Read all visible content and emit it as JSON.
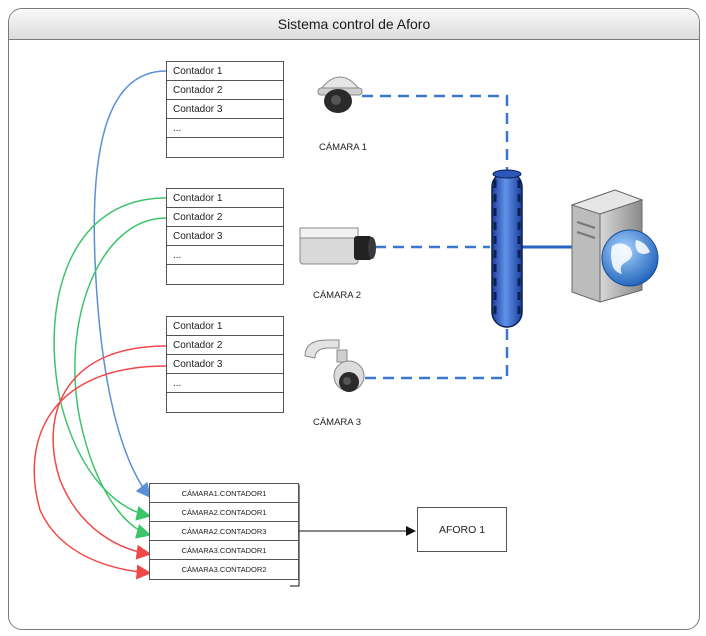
{
  "title": "Sistema control de Aforo",
  "tables": [
    {
      "rows": [
        "Contador 1",
        "Contador 2",
        "Contador 3",
        "...",
        ""
      ]
    },
    {
      "rows": [
        "Contador 1",
        "Contador 2",
        "Contador 3",
        "...",
        ""
      ]
    },
    {
      "rows": [
        "Contador 1",
        "Contador 2",
        "Contador 3",
        "...",
        ""
      ]
    }
  ],
  "cameras": [
    {
      "label": "CÁMARA 1",
      "icon": "dome-camera-icon"
    },
    {
      "label": "CÁMARA 2",
      "icon": "box-camera-icon"
    },
    {
      "label": "CÁMARA 3",
      "icon": "ptz-camera-icon"
    }
  ],
  "selected_counters": [
    "CÁMARA1.CONTADOR1",
    "CÁMARA2.CONTADOR1",
    "CÁMARA2.CONTADOR3",
    "CÁMARA3.CONTADOR1",
    "CÁMARA3.CONTADOR2"
  ],
  "aforo_label": "AFORO 1",
  "colors": {
    "camera1_links": "#5b8fd8",
    "camera2_links": "#3cc46a",
    "camera3_links": "#f04848",
    "network": "#3a78d0",
    "border": "#555555"
  },
  "icons": [
    "network-switch-icon",
    "web-server-icon"
  ]
}
